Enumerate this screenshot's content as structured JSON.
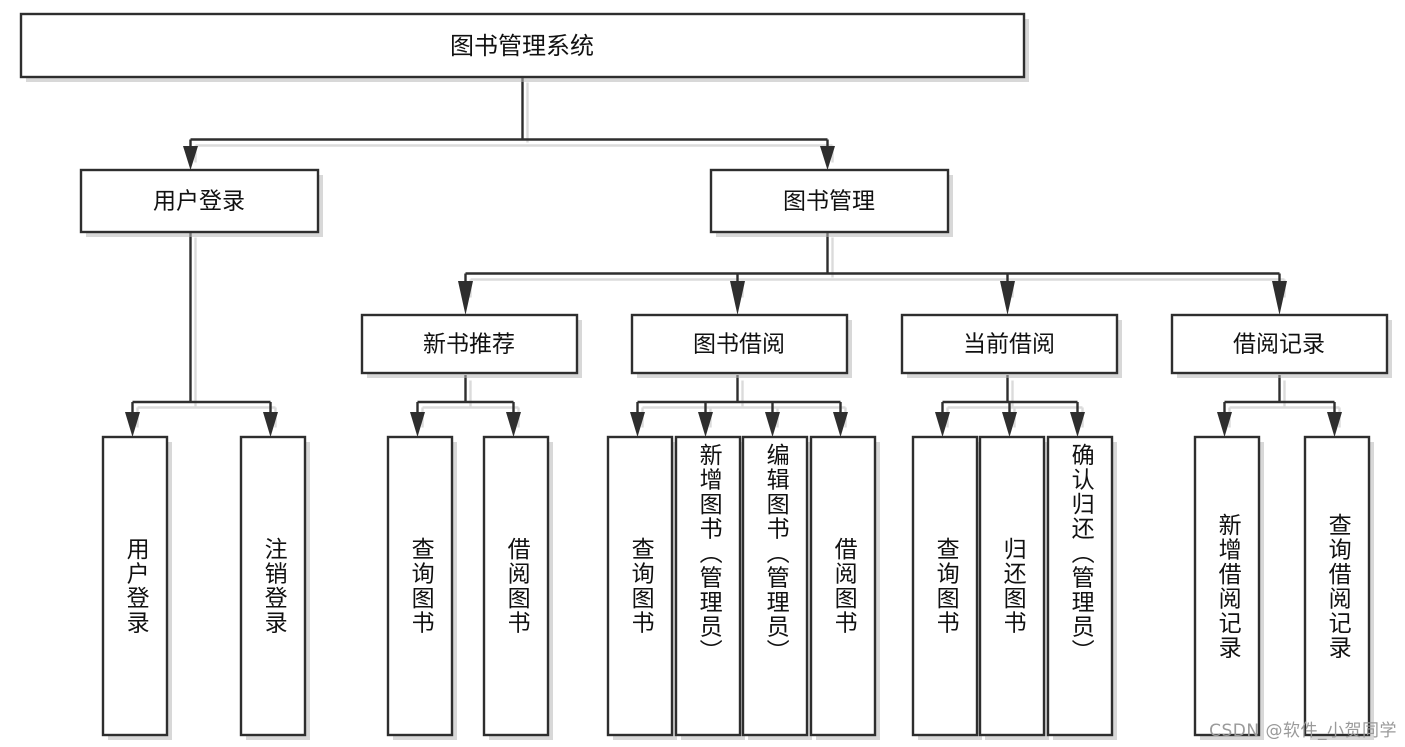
{
  "diagram": {
    "type": "tree-hierarchy",
    "title": "图书管理系统",
    "watermark": "CSDN @软件_小贺同学",
    "colors": {
      "stroke": "#2e2e2e",
      "fill": "#ffffff",
      "shadow": "#b8b8b8",
      "text": "#111111",
      "watermark": "#9a9a9a"
    },
    "root": {
      "label": "图书管理系统",
      "orientation": "horizontal"
    },
    "level1": [
      {
        "label": "用户登录",
        "orientation": "horizontal"
      },
      {
        "label": "图书管理",
        "orientation": "horizontal"
      }
    ],
    "level2": [
      {
        "label": "新书推荐",
        "orientation": "horizontal",
        "parent": "图书管理"
      },
      {
        "label": "图书借阅",
        "orientation": "horizontal",
        "parent": "图书管理"
      },
      {
        "label": "当前借阅",
        "orientation": "horizontal",
        "parent": "图书管理"
      },
      {
        "label": "借阅记录",
        "orientation": "horizontal",
        "parent": "图书管理"
      }
    ],
    "leaves": [
      {
        "label": "用户登录",
        "orientation": "vertical",
        "parent": "用户登录"
      },
      {
        "label": "注销登录",
        "orientation": "vertical",
        "parent": "用户登录"
      },
      {
        "label": "查询图书",
        "orientation": "vertical",
        "parent": "新书推荐"
      },
      {
        "label": "借阅图书",
        "orientation": "vertical",
        "parent": "新书推荐"
      },
      {
        "label": "查询图书",
        "orientation": "vertical",
        "parent": "图书借阅"
      },
      {
        "label": "新增图书（管理员）",
        "orientation": "vertical",
        "parent": "图书借阅"
      },
      {
        "label": "编辑图书（管理员）",
        "orientation": "vertical",
        "parent": "图书借阅"
      },
      {
        "label": "借阅图书",
        "orientation": "vertical",
        "parent": "图书借阅"
      },
      {
        "label": "查询图书",
        "orientation": "vertical",
        "parent": "当前借阅"
      },
      {
        "label": "归还图书",
        "orientation": "vertical",
        "parent": "当前借阅"
      },
      {
        "label": "确认归还（管理员）",
        "orientation": "vertical",
        "parent": "当前借阅"
      },
      {
        "label": "新增借阅记录",
        "orientation": "vertical",
        "parent": "借阅记录"
      },
      {
        "label": "查询借阅记录",
        "orientation": "vertical",
        "parent": "借阅记录"
      }
    ]
  }
}
